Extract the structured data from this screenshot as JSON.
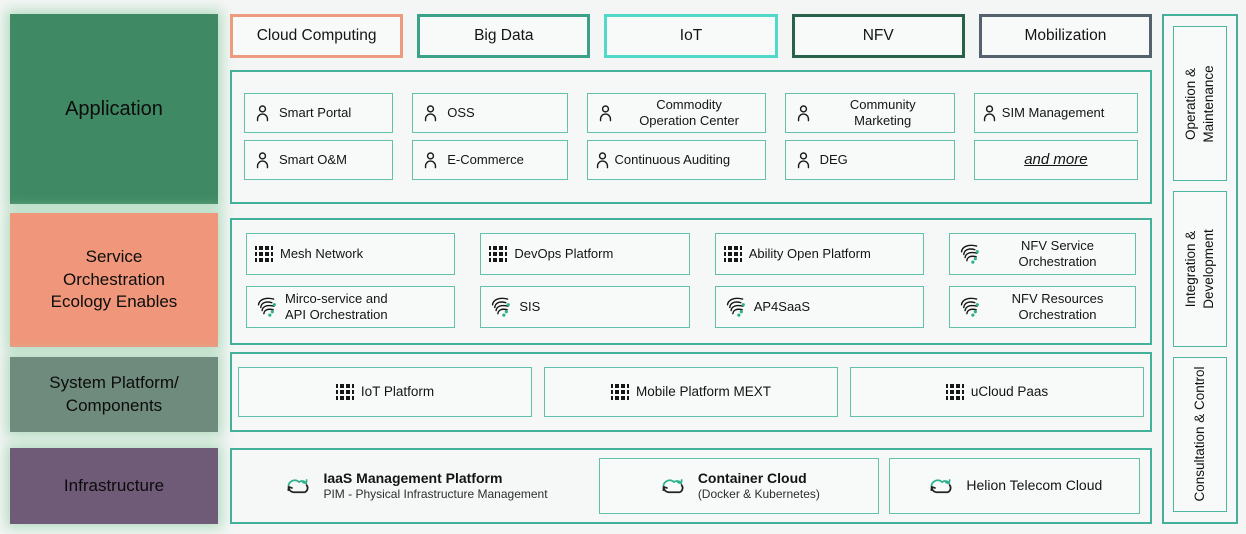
{
  "colors": {
    "panel_border": "#44b09a",
    "item_border": "#63c0aa",
    "flow_dot_green": "#2fb08d",
    "application_block": "#3f8a64",
    "service_block": "#f0977b",
    "system_block": "#6f8b7d",
    "infrastructure_block": "#6f5a78",
    "tab_cloud_computing": "#ed9b7d",
    "tab_big_data": "#3ba189",
    "tab_iot": "#52d8c8",
    "tab_nfv": "#2a6149",
    "tab_mobilization": "#55626e"
  },
  "left_labels": [
    {
      "label": "Application",
      "color": "#3f8a64"
    },
    {
      "label": "Service\nOrchestration\nEcology Enables",
      "color": "#f0977b"
    },
    {
      "label": "System Platform/\nComponents",
      "color": "#6f8b7d"
    },
    {
      "label": "Infrastructure",
      "color": "#6f5a78"
    }
  ],
  "tabs": [
    {
      "label": "Cloud Computing",
      "border": "#ed9b7d"
    },
    {
      "label": "Big Data",
      "border": "#3ba189"
    },
    {
      "label": "IoT",
      "border": "#52d8c8"
    },
    {
      "label": "NFV",
      "border": "#2a6149"
    },
    {
      "label": "Mobilization",
      "border": "#55626e"
    }
  ],
  "application": {
    "items": [
      {
        "label": "Smart Portal"
      },
      {
        "label": "OSS"
      },
      {
        "label": "Commodity\nOperation Center"
      },
      {
        "label": "Community\nMarketing"
      },
      {
        "label": "SIM Management"
      },
      {
        "label": "Smart O&M"
      },
      {
        "label": "E-Commerce"
      },
      {
        "label": "Continuous Auditing"
      },
      {
        "label": "DEG"
      },
      {
        "label": "and more"
      }
    ]
  },
  "service": {
    "items": [
      {
        "label": "Mesh Network"
      },
      {
        "label": "DevOps Platform"
      },
      {
        "label": "Ability Open Platform"
      },
      {
        "label": "NFV Service\nOrchestration"
      },
      {
        "label": "Mirco-service and\nAPI Orchestration"
      },
      {
        "label": "SIS"
      },
      {
        "label": "AP4SaaS"
      },
      {
        "label": "NFV Resources\nOrchestration"
      }
    ]
  },
  "system": {
    "items": [
      {
        "label": "IoT Platform"
      },
      {
        "label": "Mobile Platform MEXT"
      },
      {
        "label": "uCloud Paas"
      }
    ]
  },
  "infrastructure": {
    "items": [
      {
        "title": "IaaS Management Platform",
        "subtitle": "PIM - Physical Infrastructure Management"
      },
      {
        "title": "Container Cloud",
        "subtitle": "(Docker & Kubernetes)"
      },
      {
        "title": "Helion Telecom Cloud",
        "subtitle": ""
      }
    ]
  },
  "sidebar": {
    "items": [
      {
        "label": "Operation &\nMaintenance"
      },
      {
        "label": "Integration &\nDevelopment"
      },
      {
        "label": "Consultation & Control"
      }
    ]
  }
}
